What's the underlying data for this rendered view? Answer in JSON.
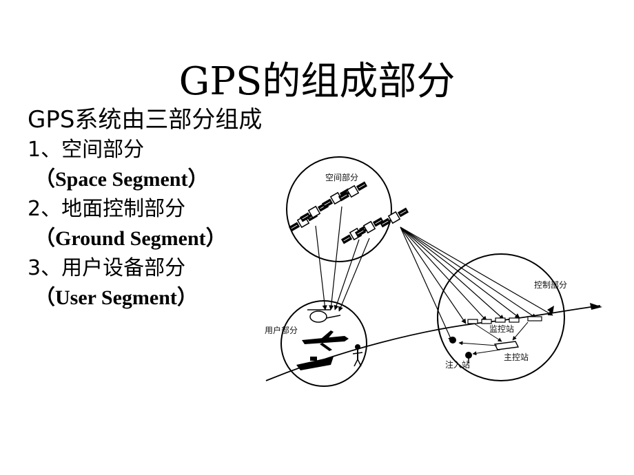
{
  "slide": {
    "title": "GPS的组成部分",
    "lead": "GPS系统由三部分组成",
    "items": [
      {
        "label": "1、空间部分",
        "english": "（Space Segment）"
      },
      {
        "label": "2、地面控制部分",
        "english": "（Ground Segment）"
      },
      {
        "label": "3、用户设备部分",
        "english": "（User Segment）"
      }
    ]
  },
  "diagram": {
    "space_label": "空间部分",
    "control_label": "控制部分",
    "user_label": "用户部分",
    "monitor_station_label": "监控站",
    "master_station_label": "主控站",
    "injection_station_label": "注入站"
  }
}
